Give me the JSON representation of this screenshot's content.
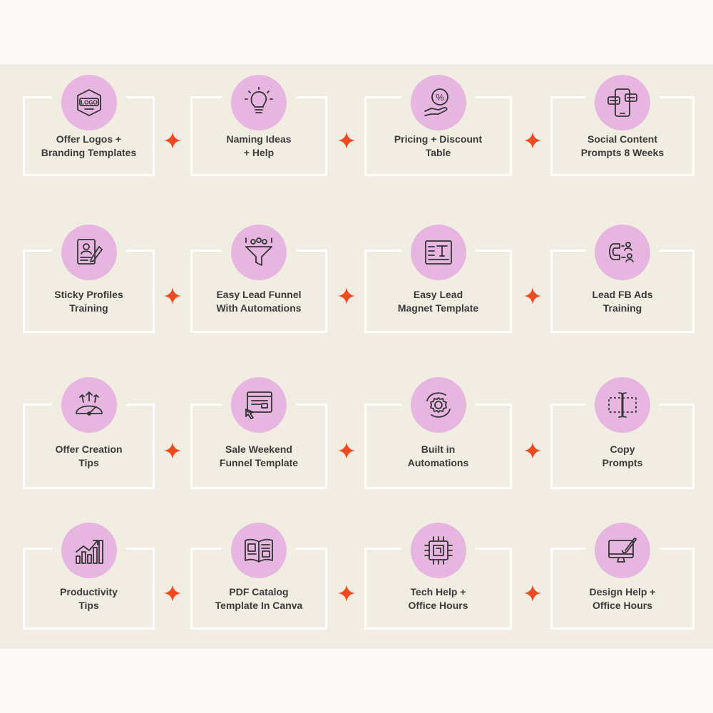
{
  "colors": {
    "band": "#f2ede2",
    "circle": "#e6b6e0",
    "plus": "#f04a22",
    "text": "#3a3a3a",
    "icon": "#333333"
  },
  "cards": [
    {
      "icon": "logo-icon",
      "lines": [
        "Offer Logos +",
        "Branding Templates"
      ]
    },
    {
      "icon": "lightbulb-icon",
      "lines": [
        "Naming Ideas",
        "+ Help"
      ]
    },
    {
      "icon": "discount-hand-icon",
      "lines": [
        "Pricing + Discount",
        "Table"
      ]
    },
    {
      "icon": "phone-chat-icon",
      "lines": [
        "Social Content",
        "Prompts 8 Weeks"
      ]
    },
    {
      "icon": "profile-document-icon",
      "lines": [
        "Sticky Profiles",
        "Training"
      ]
    },
    {
      "icon": "funnel-icon",
      "lines": [
        "Easy Lead Funnel",
        "With Automations"
      ]
    },
    {
      "icon": "text-template-icon",
      "lines": [
        "Easy Lead",
        "Magnet Template"
      ]
    },
    {
      "icon": "magnet-people-icon",
      "lines": [
        "Lead FB Ads",
        "Training"
      ]
    },
    {
      "icon": "speedometer-icon",
      "lines": [
        "Offer Creation",
        "Tips"
      ]
    },
    {
      "icon": "browser-cursor-icon",
      "lines": [
        "Sale Weekend",
        "Funnel Template"
      ]
    },
    {
      "icon": "gear-cycle-icon",
      "lines": [
        "Built in",
        "Automations"
      ]
    },
    {
      "icon": "text-cursor-icon",
      "lines": [
        "Copy",
        "Prompts"
      ]
    },
    {
      "icon": "growth-chart-icon",
      "lines": [
        "Productivity",
        "Tips"
      ]
    },
    {
      "icon": "open-book-icon",
      "lines": [
        "PDF Catalog",
        "Template In Canva"
      ]
    },
    {
      "icon": "chip-icon",
      "lines": [
        "Tech Help +",
        "Office Hours"
      ]
    },
    {
      "icon": "monitor-brush-icon",
      "lines": [
        "Design Help +",
        "Office Hours"
      ]
    }
  ]
}
